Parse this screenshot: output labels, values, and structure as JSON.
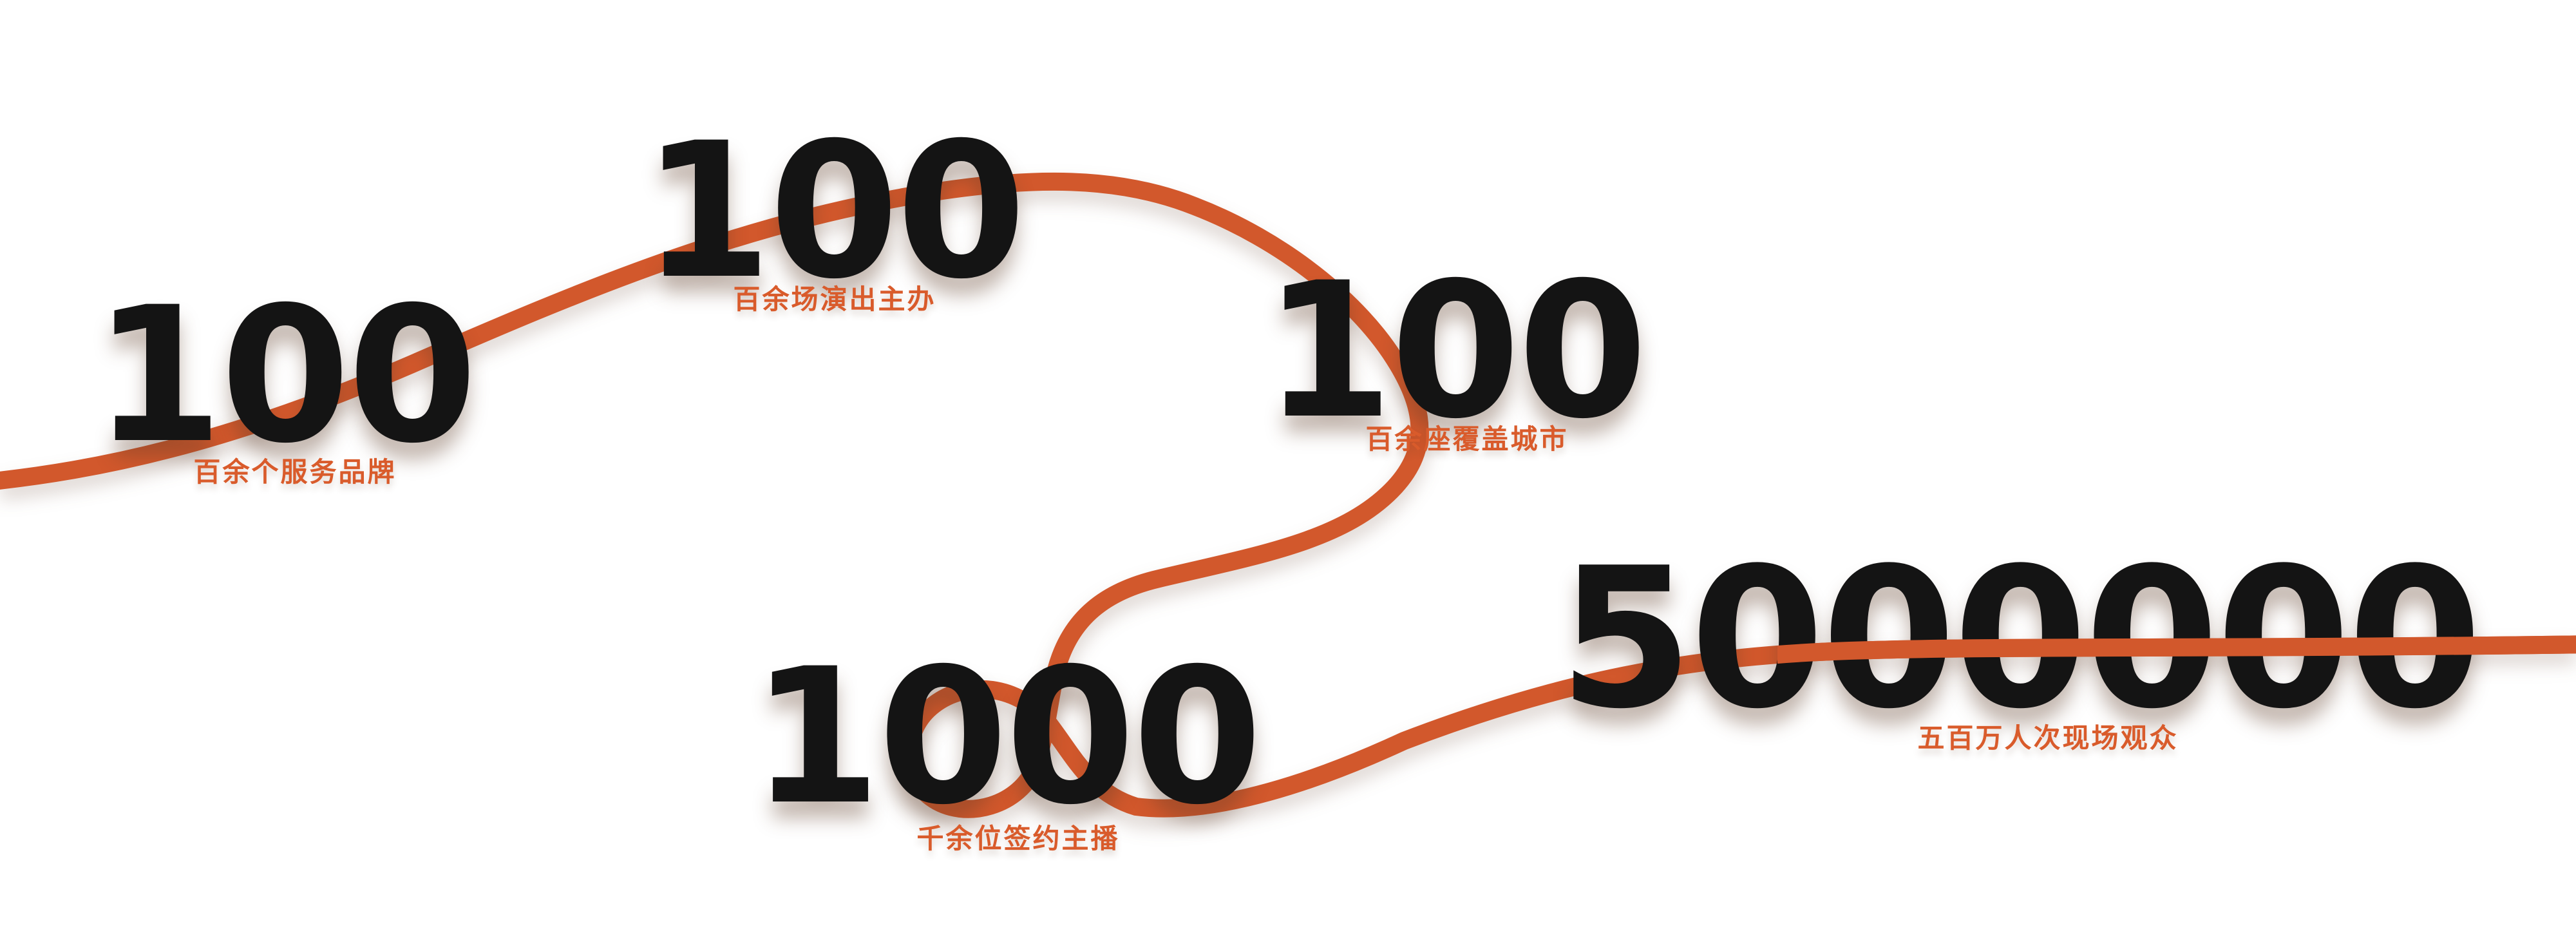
{
  "theme": {
    "curve_color": "#d2582c",
    "number_color": "#141414",
    "label_color": "#d95b2b",
    "background": "#ffffff"
  },
  "stats": [
    {
      "value": "100",
      "label": "百余个服务品牌"
    },
    {
      "value": "100",
      "label": "百余场演出主办"
    },
    {
      "value": "100",
      "label": "百余座覆盖城市"
    },
    {
      "value": "1000",
      "label": "千余位签约主播"
    },
    {
      "value": "5000000",
      "label": "五百万人次现场观众"
    }
  ]
}
